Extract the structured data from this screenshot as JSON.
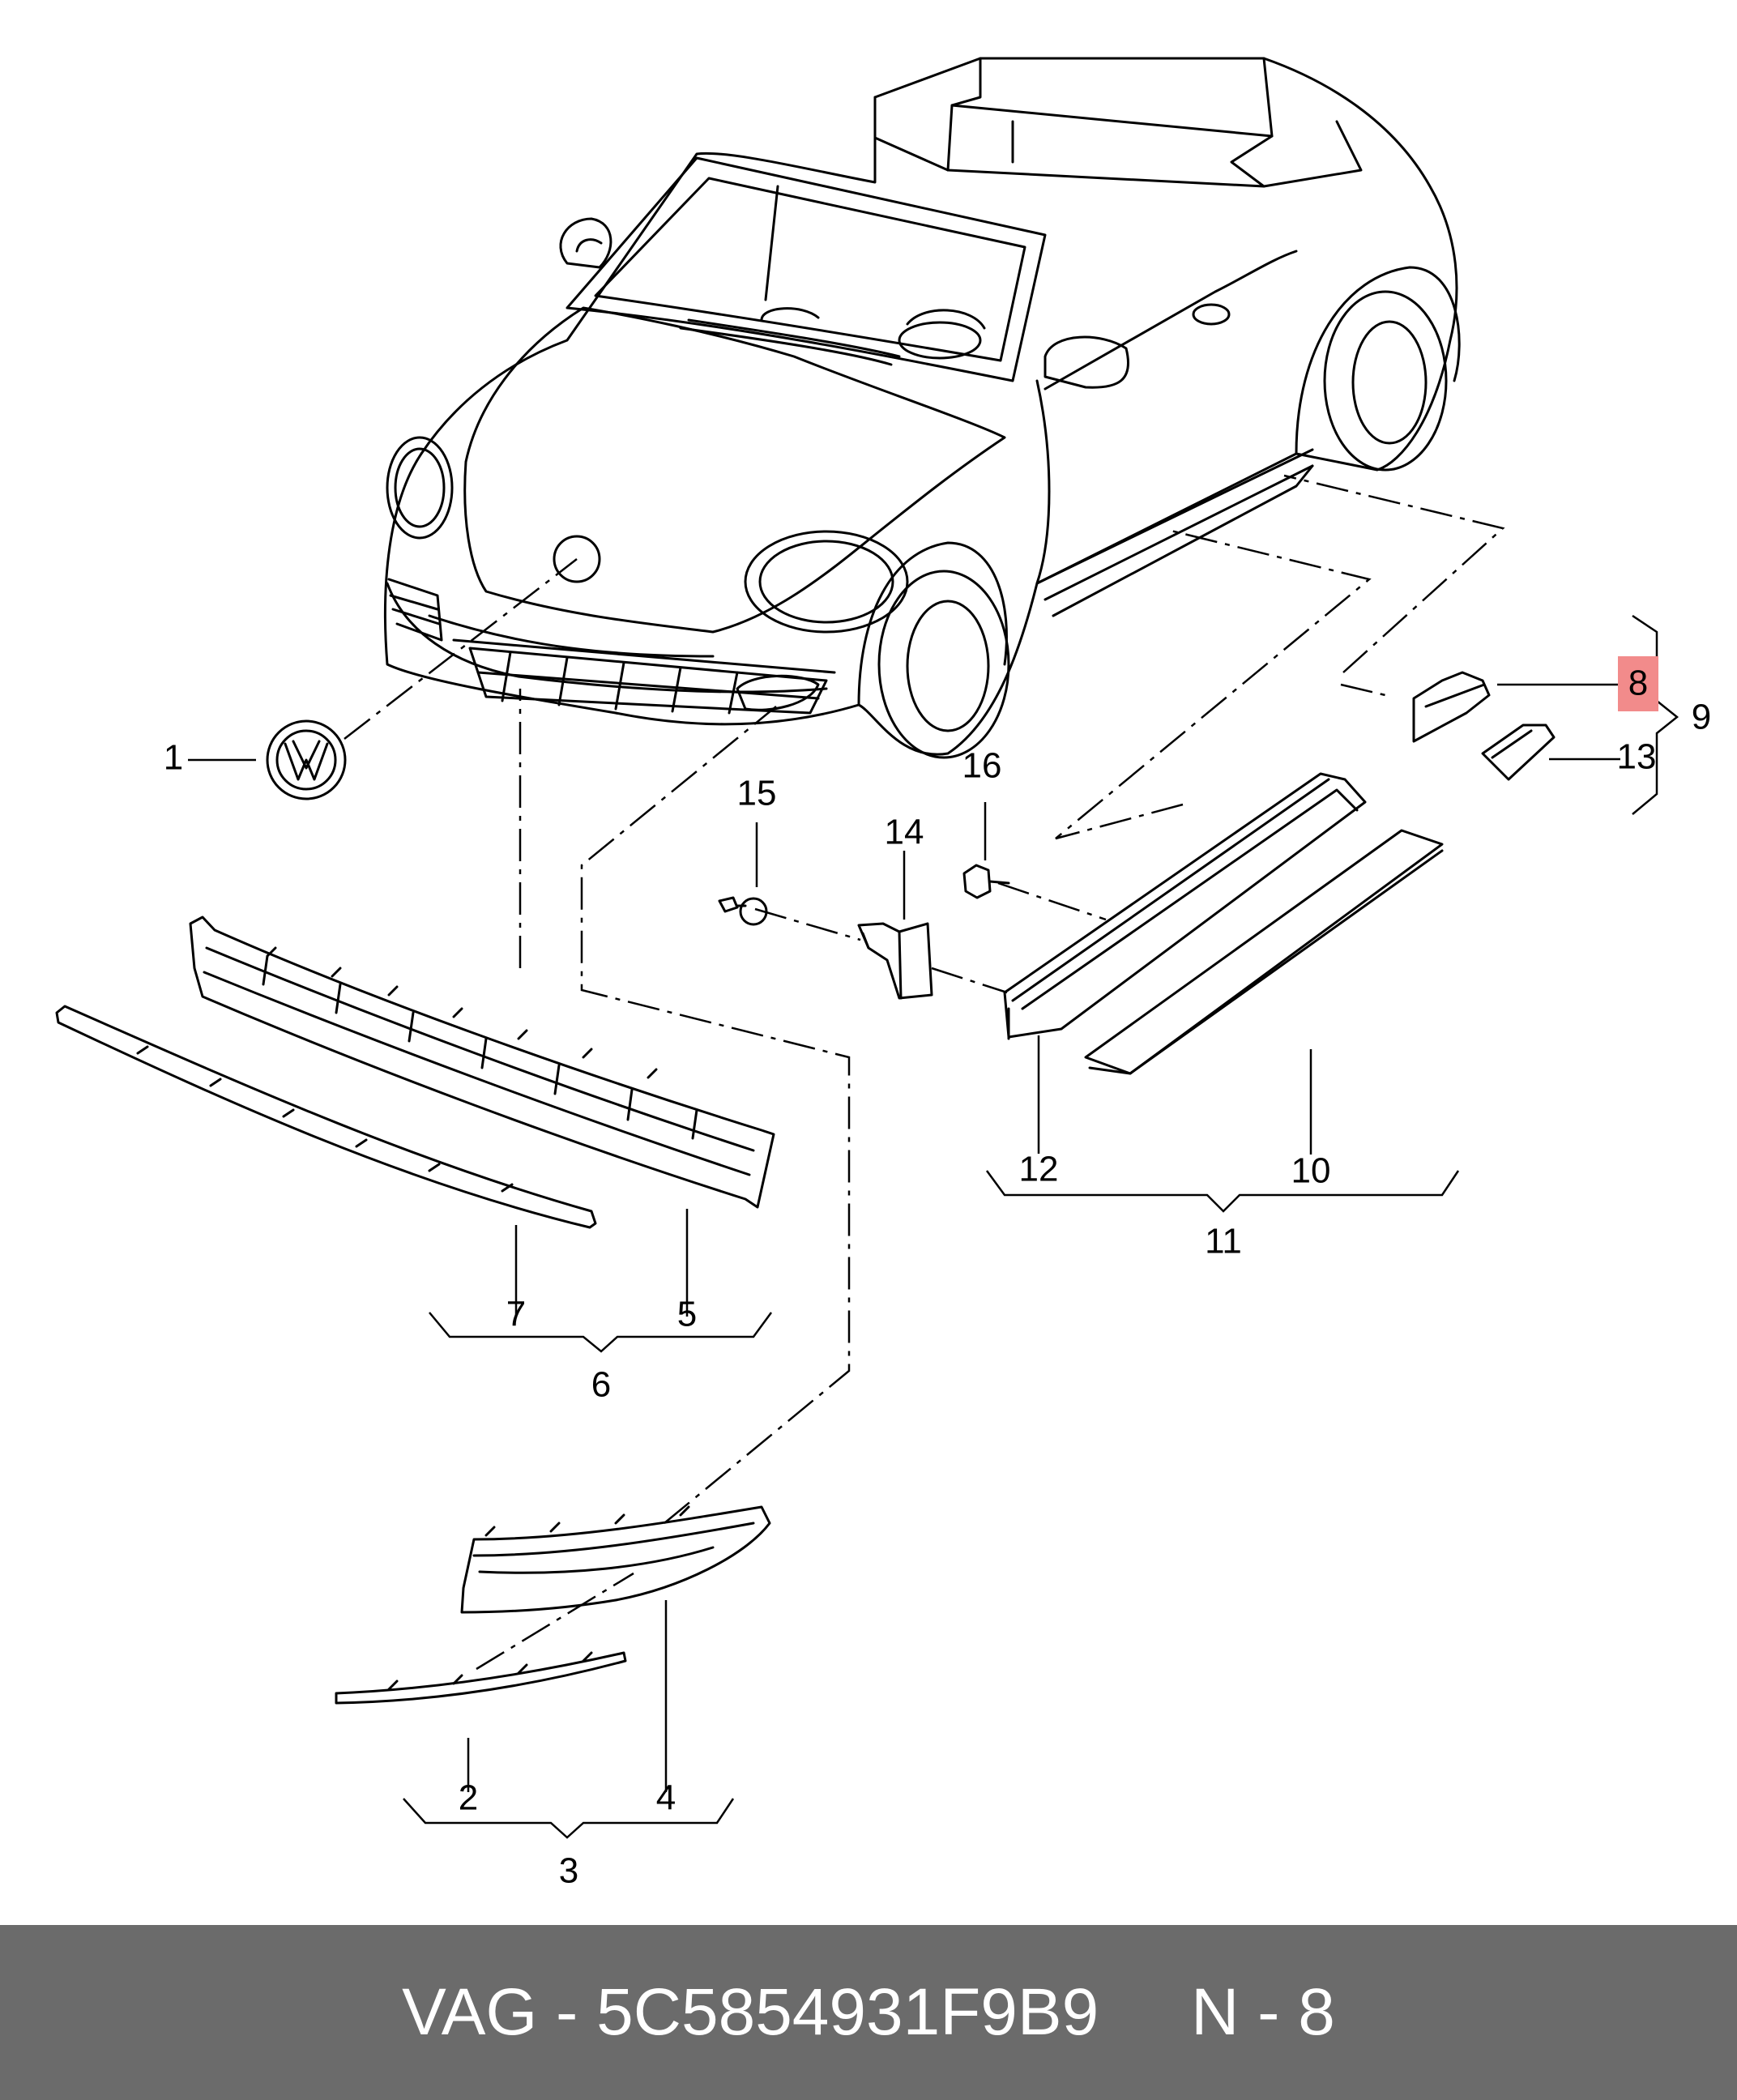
{
  "callouts": [
    {
      "id": "1",
      "label": "1"
    },
    {
      "id": "2",
      "label": "2"
    },
    {
      "id": "3",
      "label": "3"
    },
    {
      "id": "4",
      "label": "4"
    },
    {
      "id": "5",
      "label": "5"
    },
    {
      "id": "6",
      "label": "6"
    },
    {
      "id": "7",
      "label": "7"
    },
    {
      "id": "8",
      "label": "8"
    },
    {
      "id": "9",
      "label": "9"
    },
    {
      "id": "10",
      "label": "10"
    },
    {
      "id": "11",
      "label": "11"
    },
    {
      "id": "12",
      "label": "12"
    },
    {
      "id": "13",
      "label": "13"
    },
    {
      "id": "14",
      "label": "14"
    },
    {
      "id": "15",
      "label": "15"
    },
    {
      "id": "16",
      "label": "16"
    }
  ],
  "highlighted_callout": "8",
  "colors": {
    "highlight": "#f28b8b",
    "footer_bg": "#6b6b6b",
    "line": "#000000"
  },
  "footer": {
    "brand": "VAG",
    "separator": "-",
    "part_number": "5C5854931F9B9",
    "page_ref": "N - 8"
  }
}
